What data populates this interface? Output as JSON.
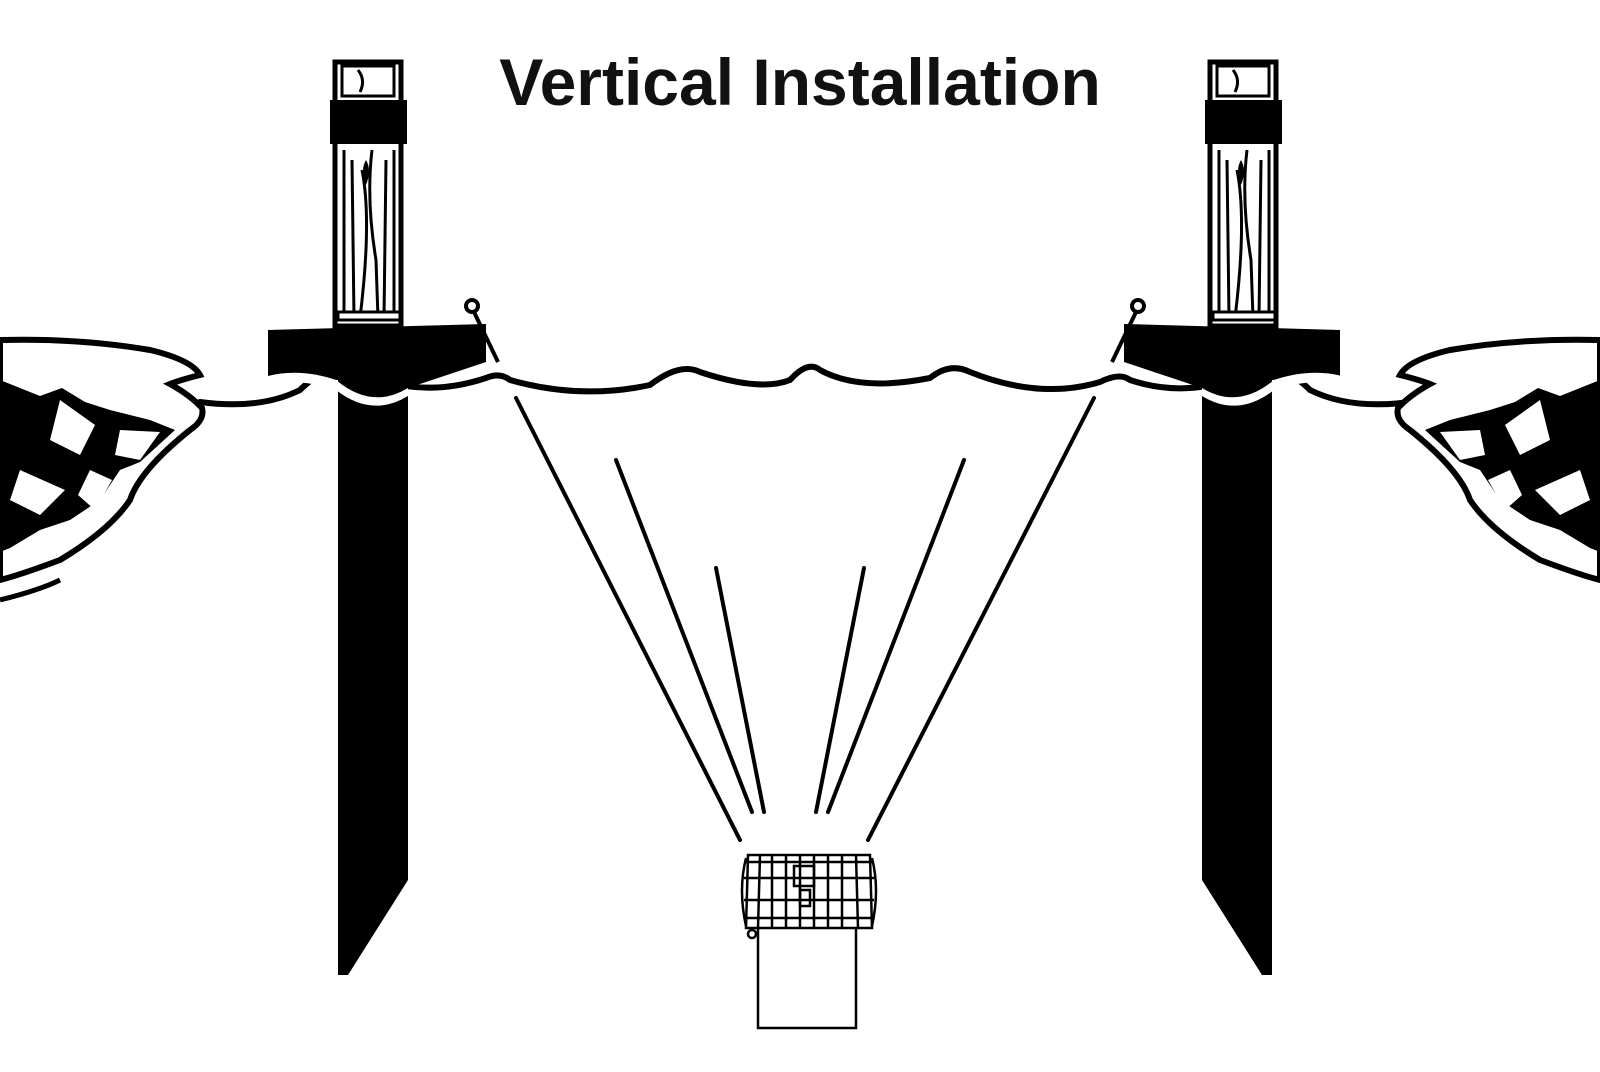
{
  "diagram": {
    "title": "Vertical Installation",
    "ink_color": "#000000",
    "background_color": "#ffffff",
    "elements": [
      "left-hand-icon",
      "right-hand-icon",
      "left-wooden-post",
      "right-wooden-post",
      "left-post-base-board",
      "right-post-base-board",
      "rope",
      "left-hook",
      "right-hook",
      "spray-lines",
      "caged-device"
    ]
  }
}
